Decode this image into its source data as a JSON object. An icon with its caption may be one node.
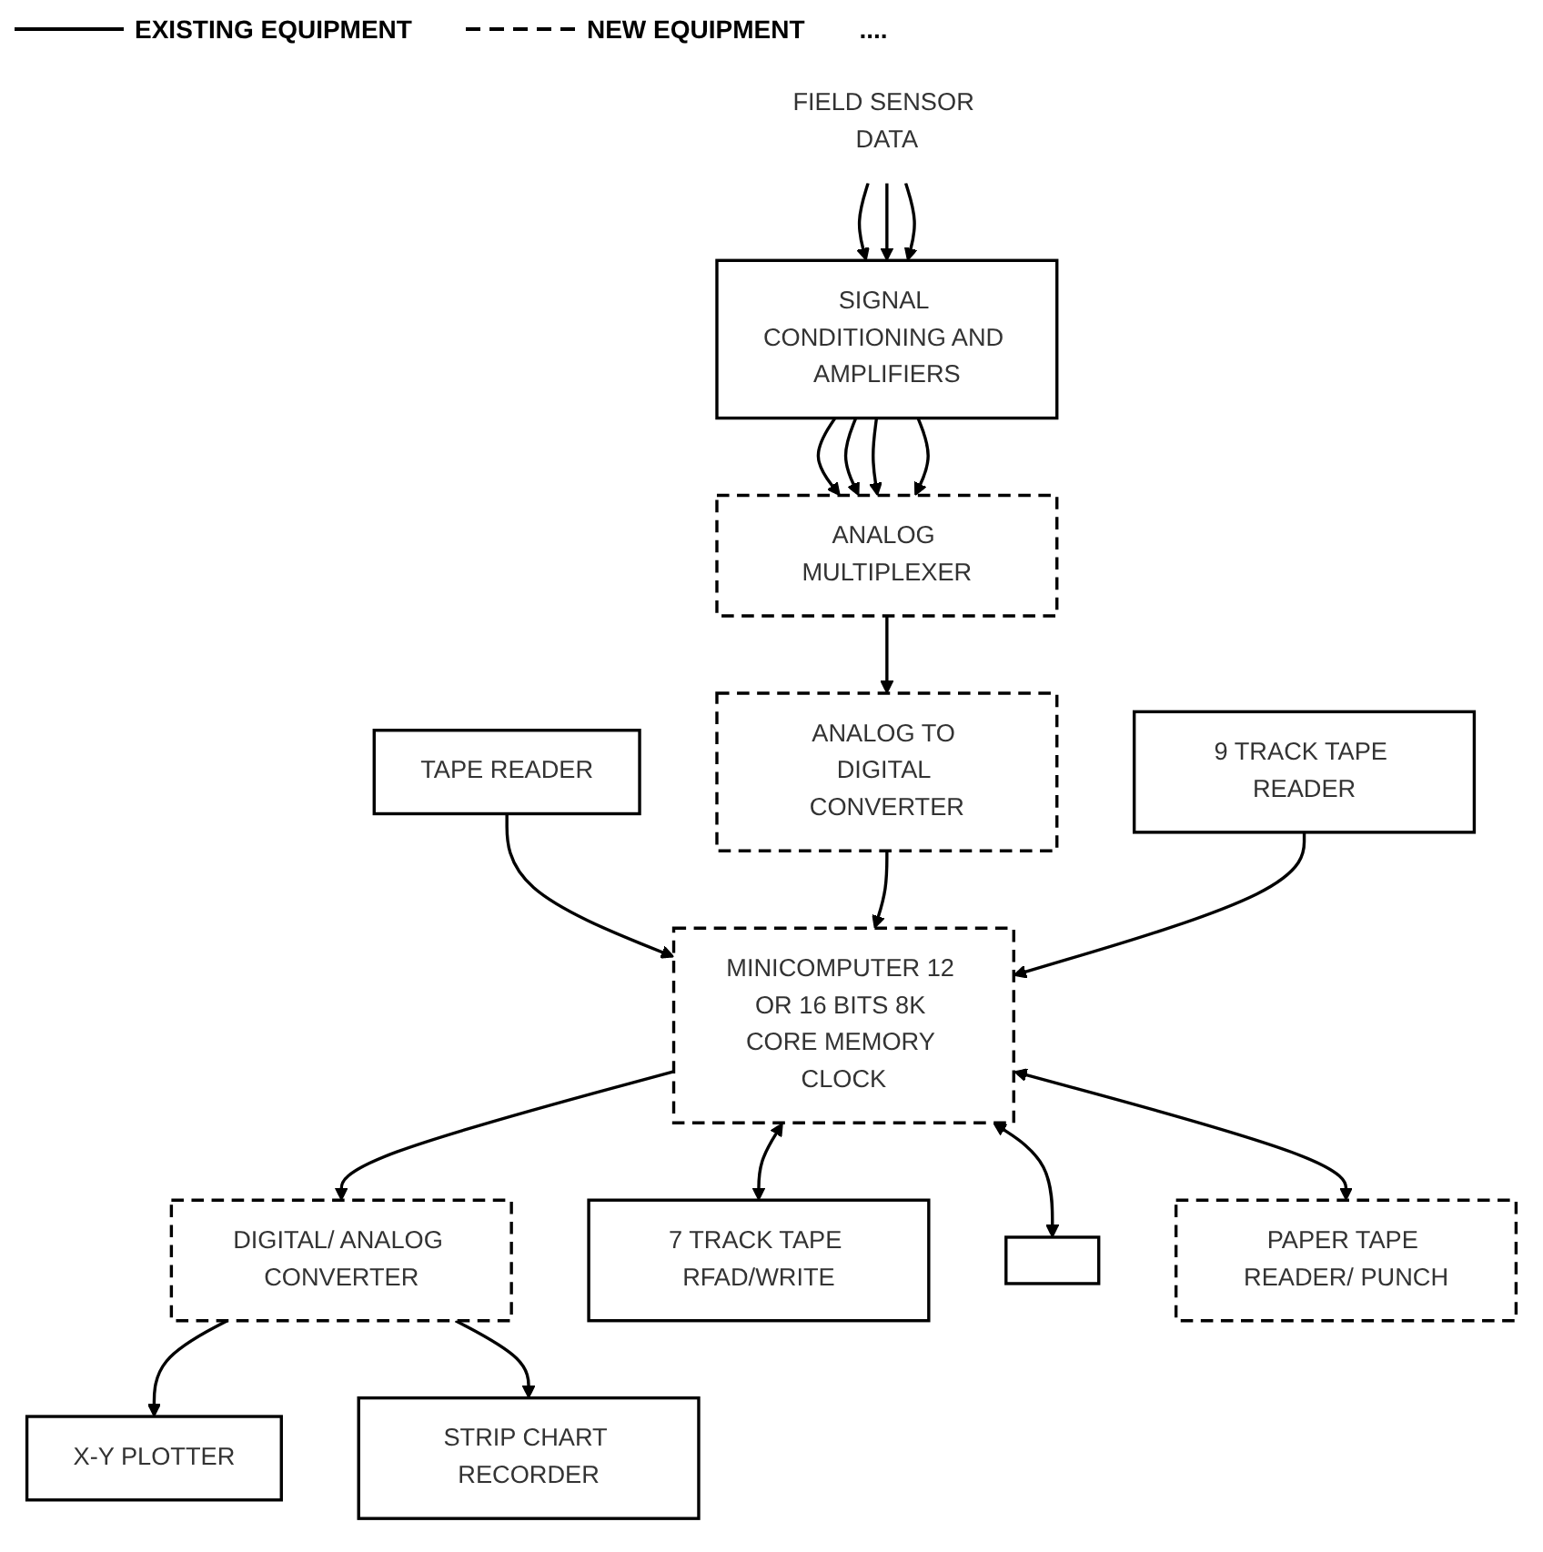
{
  "diagram": {
    "nodes": [
      {
        "text": [
          "FIELD SENSOR DATA"
        ]
      },
      {
        "text": [
          "SIGNAL CONDITIONING AND AMPLIFIERS"
        ]
      },
      {
        "text": [
          "ANALOG MULTIPLEXER"
        ]
      },
      {
        "text": [
          "TAPE READER"
        ]
      },
      {
        "text": [
          "ANALOG TO DIGITAL CONVERTER"
        ]
      },
      {
        "text": [
          "9 TRACK TAPE READER"
        ]
      },
      {
        "text": [
          "MINICOMPUTER 12 OR 16 BITS 8K CORE MEMORY CLOCK"
        ]
      },
      {
        "text": [
          "DIGITAL/ ANALOG CONVERTER"
        ]
      },
      {
        "text": [
          "7 TRACK TAPE RFAD/WRITE"
        ]
      },
      {
        "text": [],
        "shape": "box"
      },
      {
        "text": [
          "PAPER TAPE READER/ PUNCH"
        ]
      },
      {
        "text": [
          "X-Y PLOTTER"
        ]
      },
      {
        "text": [
          "STRIP CHART RECORDER"
        ]
      }
    ],
    "edges": [
      {
        "from": 0,
        "to": 1,
        "arrow": "to"
      },
      {
        "from": 0,
        "to": 1,
        "arrow": "to"
      },
      {
        "from": 0,
        "to": 1,
        "arrow": "to"
      },
      {
        "from": 1,
        "to": 2,
        "arrow": "to"
      },
      {
        "from": 1,
        "to": 2,
        "arrow": "to"
      },
      {
        "from": 1,
        "to": 2,
        "arrow": "to"
      },
      {
        "from": 1,
        "to": 2,
        "arrow": "to"
      },
      {
        "from": 2,
        "to": 4,
        "arrow": "to"
      },
      {
        "from": 3,
        "to": 6,
        "arrow": "to"
      },
      {
        "from": 4,
        "to": 6,
        "arrow": "to"
      },
      {
        "from": 5,
        "to": 6,
        "arrow": "to"
      },
      {
        "from": 6,
        "to": 8,
        "arrow": "both"
      },
      {
        "from": 6,
        "to": 7,
        "arrow": "to"
      },
      {
        "from": 6,
        "to": 9,
        "arrow": "both"
      },
      {
        "from": 6,
        "to": 10,
        "arrow": "both"
      },
      {
        "from": 7,
        "to": 11,
        "arrow": "to"
      },
      {
        "from": 7,
        "to": 12,
        "arrow": "to"
      }
    ],
    "labels": [
      "...."
    ],
    "legend": [
      {
        "text": "EXISTING EQUIPMENT"
      },
      {
        "text": "NEW EQUIPMENT"
      }
    ]
  }
}
